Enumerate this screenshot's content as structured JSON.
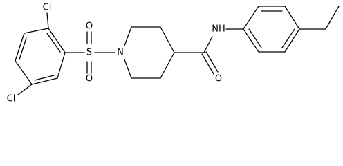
{
  "molecule": {
    "atom_labels": {
      "cl_top": "Cl",
      "cl_bottom": "Cl",
      "sulfur": "S",
      "oxygen_top": "O",
      "oxygen_bottom": "O",
      "piperidine_nitrogen": "N",
      "amide_nh": "NH",
      "carbonyl_oxygen": "O"
    }
  }
}
